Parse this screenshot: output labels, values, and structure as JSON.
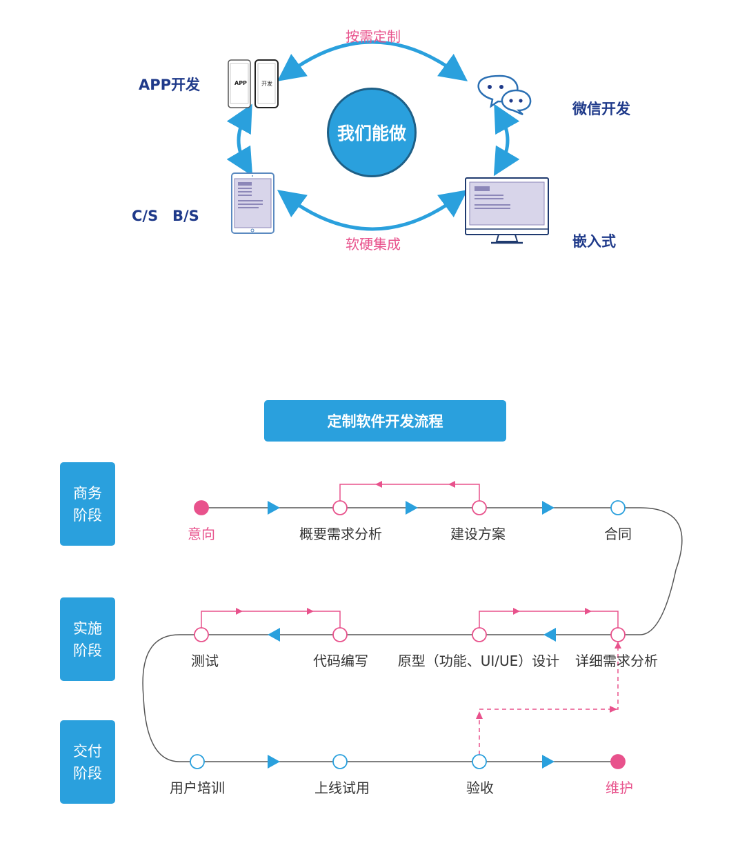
{
  "capability": {
    "center_label": "我们能做",
    "top_arc_label": "按需定制",
    "bottom_arc_label": "软硬集成",
    "app_label": "APP开发",
    "phone_left_text": "APP",
    "phone_right_text": "开发",
    "wechat_label": "微信开发",
    "cs_label": "C/S",
    "bs_label": "B/S",
    "embedded_label": "嵌入式"
  },
  "process": {
    "title": "定制软件开发流程",
    "phases": [
      {
        "line1": "商务",
        "line2": "阶段"
      },
      {
        "line1": "实施",
        "line2": "阶段"
      },
      {
        "line1": "交付",
        "line2": "阶段"
      }
    ],
    "row1": [
      "意向",
      "概要需求分析",
      "建设方案",
      "合同"
    ],
    "row2": [
      "测试",
      "代码编写",
      "原型（功能、UI/UE）设计",
      "详细需求分析"
    ],
    "row3": [
      "用户培训",
      "上线试用",
      "验收",
      "维护"
    ]
  },
  "colors": {
    "accent_blue": "#2aa0dd",
    "pink": "#e8528c",
    "label_blue": "#1f3a8a"
  }
}
